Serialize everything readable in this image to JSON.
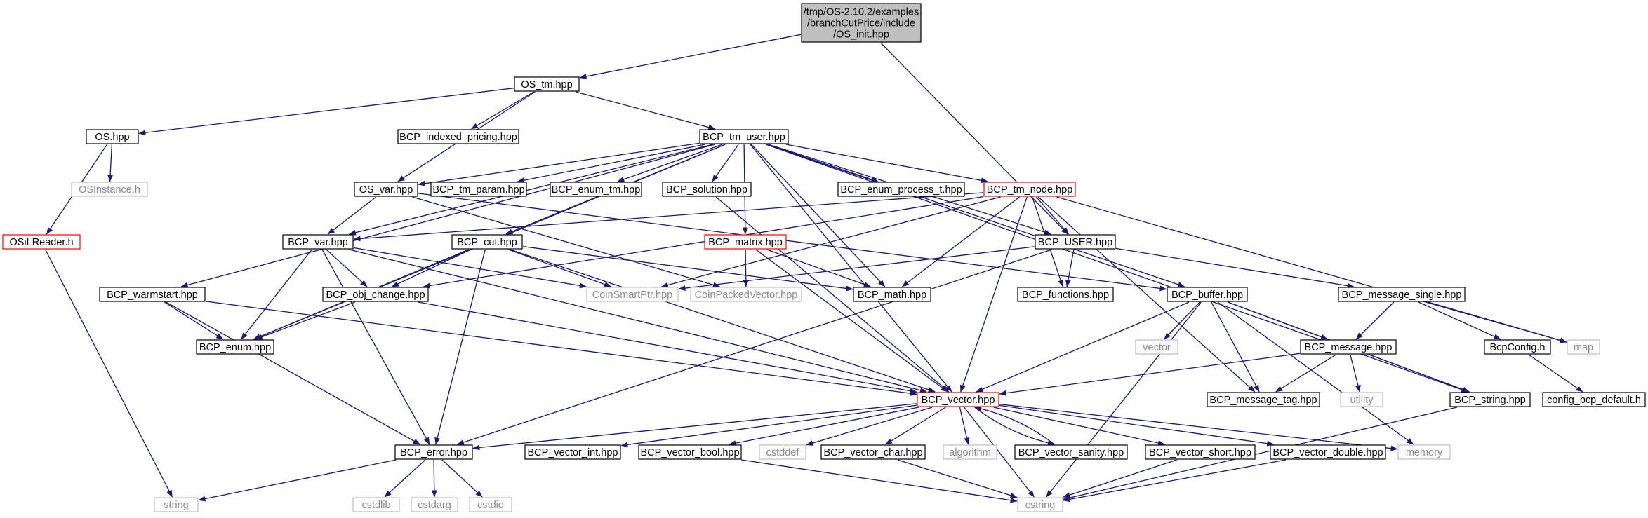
{
  "colors": {
    "edge": "#191970",
    "box_border": "#000000",
    "box_border_incomplete": "#ff0000",
    "box_border_system": "#bfbfbf",
    "root_fill": "#bfbfbf"
  },
  "nodes": {
    "root": {
      "lines": [
        "/tmp/OS-2.10.2/examples",
        "/branchCutPrice/include",
        "/OS_init.hpp"
      ],
      "kind": "root"
    },
    "os_tm": {
      "lines": [
        "OS_tm.hpp"
      ],
      "kind": "normal"
    },
    "os_hpp": {
      "lines": [
        "OS.hpp"
      ],
      "kind": "normal"
    },
    "bcp_indexed_pricing": {
      "lines": [
        "BCP_indexed_pricing.hpp"
      ],
      "kind": "normal"
    },
    "bcp_tm_user": {
      "lines": [
        "BCP_tm_user.hpp"
      ],
      "kind": "normal"
    },
    "osinstance": {
      "lines": [
        "OSInstance.h"
      ],
      "kind": "system"
    },
    "os_var": {
      "lines": [
        "OS_var.hpp"
      ],
      "kind": "normal"
    },
    "bcp_tm_param": {
      "lines": [
        "BCP_tm_param.hpp"
      ],
      "kind": "normal"
    },
    "bcp_enum_tm": {
      "lines": [
        "BCP_enum_tm.hpp"
      ],
      "kind": "normal"
    },
    "bcp_solution": {
      "lines": [
        "BCP_solution.hpp"
      ],
      "kind": "normal"
    },
    "bcp_enum_process_t": {
      "lines": [
        "BCP_enum_process_t.hpp"
      ],
      "kind": "normal"
    },
    "bcp_tm_node": {
      "lines": [
        "BCP_tm_node.hpp"
      ],
      "kind": "incomplete"
    },
    "osilreader": {
      "lines": [
        "OSiLReader.h"
      ],
      "kind": "incomplete"
    },
    "bcp_var": {
      "lines": [
        "BCP_var.hpp"
      ],
      "kind": "normal"
    },
    "bcp_cut": {
      "lines": [
        "BCP_cut.hpp"
      ],
      "kind": "normal"
    },
    "bcp_matrix": {
      "lines": [
        "BCP_matrix.hpp"
      ],
      "kind": "incomplete"
    },
    "bcp_user": {
      "lines": [
        "BCP_USER.hpp"
      ],
      "kind": "normal"
    },
    "bcp_warmstart": {
      "lines": [
        "BCP_warmstart.hpp"
      ],
      "kind": "normal"
    },
    "bcp_obj_change": {
      "lines": [
        "BCP_obj_change.hpp"
      ],
      "kind": "normal"
    },
    "coinsmartptr": {
      "lines": [
        "CoinSmartPtr.hpp"
      ],
      "kind": "system"
    },
    "coinpackedvector": {
      "lines": [
        "CoinPackedVector.hpp"
      ],
      "kind": "system"
    },
    "bcp_math": {
      "lines": [
        "BCP_math.hpp"
      ],
      "kind": "normal"
    },
    "bcp_functions": {
      "lines": [
        "BCP_functions.hpp"
      ],
      "kind": "normal"
    },
    "bcp_buffer": {
      "lines": [
        "BCP_buffer.hpp"
      ],
      "kind": "normal"
    },
    "bcp_message_single": {
      "lines": [
        "BCP_message_single.hpp"
      ],
      "kind": "normal"
    },
    "bcp_enum": {
      "lines": [
        "BCP_enum.hpp"
      ],
      "kind": "normal"
    },
    "vector": {
      "lines": [
        "vector"
      ],
      "kind": "system"
    },
    "bcp_message": {
      "lines": [
        "BCP_message.hpp"
      ],
      "kind": "normal"
    },
    "bcpconfig": {
      "lines": [
        "BcpConfig.h"
      ],
      "kind": "normal"
    },
    "map": {
      "lines": [
        "map"
      ],
      "kind": "system"
    },
    "bcp_vector": {
      "lines": [
        "BCP_vector.hpp"
      ],
      "kind": "incomplete"
    },
    "bcp_message_tag": {
      "lines": [
        "BCP_message_tag.hpp"
      ],
      "kind": "normal"
    },
    "utility": {
      "lines": [
        "utility"
      ],
      "kind": "system"
    },
    "bcp_string": {
      "lines": [
        "BCP_string.hpp"
      ],
      "kind": "normal"
    },
    "config_bcp_default": {
      "lines": [
        "config_bcp_default.h"
      ],
      "kind": "normal"
    },
    "bcp_error": {
      "lines": [
        "BCP_error.hpp"
      ],
      "kind": "normal"
    },
    "bcp_vector_int": {
      "lines": [
        "BCP_vector_int.hpp"
      ],
      "kind": "normal"
    },
    "bcp_vector_bool": {
      "lines": [
        "BCP_vector_bool.hpp"
      ],
      "kind": "normal"
    },
    "cstddef": {
      "lines": [
        "cstddef"
      ],
      "kind": "system"
    },
    "bcp_vector_char": {
      "lines": [
        "BCP_vector_char.hpp"
      ],
      "kind": "normal"
    },
    "algorithm": {
      "lines": [
        "algorithm"
      ],
      "kind": "system"
    },
    "bcp_vector_sanity": {
      "lines": [
        "BCP_vector_sanity.hpp"
      ],
      "kind": "normal"
    },
    "bcp_vector_short": {
      "lines": [
        "BCP_vector_short.hpp"
      ],
      "kind": "normal"
    },
    "bcp_vector_double": {
      "lines": [
        "BCP_vector_double.hpp"
      ],
      "kind": "normal"
    },
    "memory": {
      "lines": [
        "memory"
      ],
      "kind": "system"
    },
    "string": {
      "lines": [
        "string"
      ],
      "kind": "system"
    },
    "cstdlib": {
      "lines": [
        "cstdlib"
      ],
      "kind": "system"
    },
    "cstdarg": {
      "lines": [
        "cstdarg"
      ],
      "kind": "system"
    },
    "cstdio": {
      "lines": [
        "cstdio"
      ],
      "kind": "system"
    },
    "cstring": {
      "lines": [
        "cstring"
      ],
      "kind": "system"
    }
  },
  "edges": [
    [
      "root",
      "os_tm"
    ],
    [
      "root",
      "bcp_user"
    ],
    [
      "os_tm",
      "os_hpp"
    ],
    [
      "os_tm",
      "bcp_indexed_pricing"
    ],
    [
      "os_tm",
      "bcp_tm_user"
    ],
    [
      "os_tm",
      "os_var"
    ],
    [
      "os_hpp",
      "osinstance"
    ],
    [
      "os_hpp",
      "osilreader"
    ],
    [
      "osilreader",
      "string"
    ],
    [
      "bcp_tm_user",
      "os_var"
    ],
    [
      "bcp_tm_user",
      "bcp_tm_param"
    ],
    [
      "bcp_tm_user",
      "bcp_enum_tm"
    ],
    [
      "bcp_tm_user",
      "bcp_solution"
    ],
    [
      "bcp_tm_user",
      "bcp_enum_process_t"
    ],
    [
      "bcp_tm_user",
      "bcp_tm_node"
    ],
    [
      "bcp_tm_user",
      "bcp_warmstart"
    ],
    [
      "bcp_tm_user",
      "bcp_var"
    ],
    [
      "bcp_tm_user",
      "bcp_cut"
    ],
    [
      "bcp_tm_user",
      "bcp_enum"
    ],
    [
      "bcp_tm_user",
      "bcp_matrix"
    ],
    [
      "bcp_tm_user",
      "bcp_user"
    ],
    [
      "bcp_tm_user",
      "bcp_math"
    ],
    [
      "bcp_tm_user",
      "bcp_buffer"
    ],
    [
      "bcp_tm_user",
      "bcp_vector"
    ],
    [
      "bcp_tm_user",
      "bcp_string"
    ],
    [
      "os_var",
      "bcp_var"
    ],
    [
      "os_var",
      "coinpackedvector"
    ],
    [
      "os_var",
      "bcp_buffer"
    ],
    [
      "bcp_solution",
      "bcp_vector"
    ],
    [
      "bcp_tm_node",
      "bcp_var"
    ],
    [
      "bcp_tm_node",
      "bcp_obj_change"
    ],
    [
      "bcp_tm_node",
      "coinsmartptr"
    ],
    [
      "bcp_tm_node",
      "bcp_math"
    ],
    [
      "bcp_tm_node",
      "bcp_user"
    ],
    [
      "bcp_tm_node",
      "bcp_message_tag"
    ],
    [
      "bcp_tm_node",
      "bcp_vector"
    ],
    [
      "bcp_tm_node",
      "bcp_functions"
    ],
    [
      "bcp_tm_node",
      "map"
    ],
    [
      "bcp_var",
      "bcp_obj_change"
    ],
    [
      "bcp_var",
      "bcp_enum"
    ],
    [
      "bcp_var",
      "coinsmartptr"
    ],
    [
      "bcp_var",
      "bcp_vector"
    ],
    [
      "bcp_var",
      "bcp_error"
    ],
    [
      "bcp_cut",
      "bcp_obj_change"
    ],
    [
      "bcp_cut",
      "bcp_enum"
    ],
    [
      "bcp_cut",
      "coinsmartptr"
    ],
    [
      "bcp_cut",
      "bcp_math"
    ],
    [
      "bcp_cut",
      "bcp_error"
    ],
    [
      "bcp_cut",
      "bcp_vector"
    ],
    [
      "bcp_matrix",
      "coinpackedvector"
    ],
    [
      "bcp_matrix",
      "bcp_math"
    ],
    [
      "bcp_matrix",
      "bcp_vector"
    ],
    [
      "bcp_user",
      "coinsmartptr"
    ],
    [
      "bcp_user",
      "bcp_functions"
    ],
    [
      "bcp_user",
      "bcp_message_single"
    ],
    [
      "bcp_user",
      "bcp_error"
    ],
    [
      "bcp_warmstart",
      "bcp_enum"
    ],
    [
      "bcp_warmstart",
      "bcp_vector"
    ],
    [
      "bcp_warmstart",
      "bcp_error"
    ],
    [
      "bcp_obj_change",
      "bcp_enum"
    ],
    [
      "bcp_obj_change",
      "bcp_vector"
    ],
    [
      "bcp_buffer",
      "vector"
    ],
    [
      "bcp_buffer",
      "bcp_message"
    ],
    [
      "bcp_buffer",
      "bcp_message_tag"
    ],
    [
      "bcp_buffer",
      "bcp_vector"
    ],
    [
      "bcp_buffer",
      "bcp_string"
    ],
    [
      "bcp_buffer",
      "memory"
    ],
    [
      "bcp_buffer",
      "cstring"
    ],
    [
      "bcp_message_single",
      "bcp_message"
    ],
    [
      "bcp_message_single",
      "bcpconfig"
    ],
    [
      "bcp_message_single",
      "map"
    ],
    [
      "bcpconfig",
      "config_bcp_default"
    ],
    [
      "bcp_message",
      "bcp_vector"
    ],
    [
      "bcp_message",
      "bcp_message_tag"
    ],
    [
      "bcp_message",
      "utility"
    ],
    [
      "bcp_message",
      "bcp_string"
    ],
    [
      "bcp_string",
      "cstring"
    ],
    [
      "bcp_vector",
      "bcp_error"
    ],
    [
      "bcp_vector",
      "bcp_vector_int"
    ],
    [
      "bcp_vector",
      "bcp_vector_bool"
    ],
    [
      "bcp_vector",
      "cstddef"
    ],
    [
      "bcp_vector",
      "bcp_vector_char"
    ],
    [
      "bcp_vector",
      "algorithm"
    ],
    [
      "bcp_vector",
      "bcp_vector_sanity"
    ],
    [
      "bcp_vector",
      "bcp_vector_short"
    ],
    [
      "bcp_vector",
      "bcp_vector_double"
    ],
    [
      "bcp_vector",
      "memory"
    ],
    [
      "bcp_vector",
      "cstring"
    ],
    [
      "bcp_vector_sanity",
      "bcp_vector"
    ],
    [
      "bcp_vector_bool",
      "cstring"
    ],
    [
      "bcp_vector_char",
      "cstring"
    ],
    [
      "bcp_vector_short",
      "cstring"
    ],
    [
      "bcp_vector_double",
      "cstring"
    ],
    [
      "bcp_error",
      "string"
    ],
    [
      "bcp_error",
      "cstdlib"
    ],
    [
      "bcp_error",
      "cstdarg"
    ],
    [
      "bcp_error",
      "cstdio"
    ]
  ]
}
